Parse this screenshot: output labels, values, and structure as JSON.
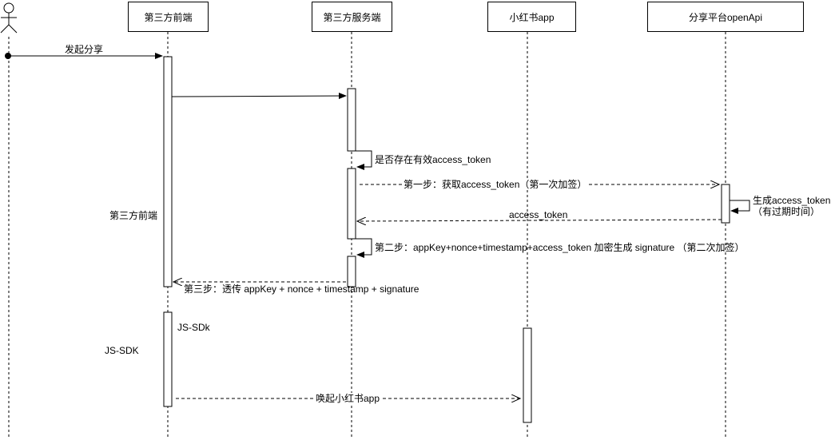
{
  "participants": {
    "frontend": "第三方前端",
    "server": "第三方服务端",
    "app": "小红书app",
    "platform": "分享平台openApi"
  },
  "messages": {
    "initiate_share": "发起分享",
    "check_token": "是否存在有效access_token",
    "step1": "第一步：获取access_token（第一次加签）",
    "gen_token_line1": "生成access_token",
    "gen_token_line2": "（有过期时间）",
    "return_token": "access_token",
    "step2": "第二步：appKey+nonce+timestamp+access_token 加密生成 signature （第二次加签）",
    "step3": "第三步：透传 appKey + nonce + timestamp + signature",
    "jssdk_small": "JS-SDk",
    "launch_app": "唤起小红书app"
  },
  "side_labels": {
    "frontend": "第三方前端",
    "jssdk": "JS-SDK"
  }
}
